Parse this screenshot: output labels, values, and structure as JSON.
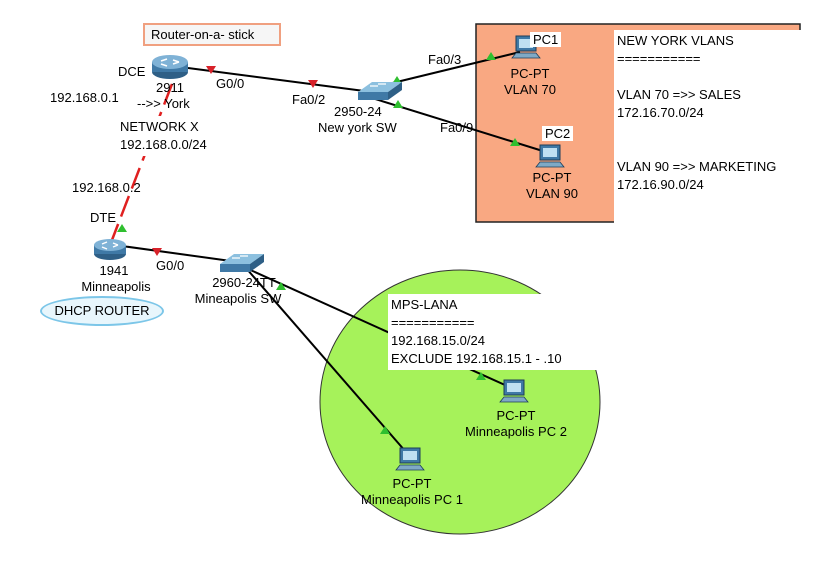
{
  "title_box": "Router-on-a- stick",
  "dce_router": {
    "dce_label": "DCE",
    "model_partial": "2911",
    "ip_label": "192.168.0.1",
    "arrow_label": "-->> York",
    "g0_label": "G0/0"
  },
  "network_x": {
    "name": "NETWORK X",
    "subnet": "192.168.0.0/24",
    "dte_ip": "192.168.0.2"
  },
  "ny_switch": {
    "model": "2950-24",
    "name": "New york SW",
    "port_up": "Fa0/2",
    "port_pc1": "Fa0/3",
    "port_pc2": "Fa0/9"
  },
  "pc1": {
    "name": "PC1",
    "type": "PC-PT",
    "vlan": "VLAN 70"
  },
  "pc2": {
    "name": "PC2",
    "type": "PC-PT",
    "vlan": "VLAN 90"
  },
  "ny_note": {
    "lines": [
      "NEW YORK VLANS",
      "===========",
      "",
      "VLAN 70 =>> SALES",
      "172.16.70.0/24",
      "",
      "",
      "VLAN 90 =>> MARKETING",
      "172.16.90.0/24"
    ]
  },
  "mpls_router": {
    "dte_label": "DTE",
    "model": "1941",
    "name": "Minneapolis",
    "g0_label": "G0/0",
    "dhcp_label": "DHCP ROUTER"
  },
  "mpls_switch": {
    "model": "2960-24TT",
    "name": "Mineapolis SW"
  },
  "mps_note": {
    "lines": [
      "MPS-LANA",
      "===========",
      "192.168.15.0/24",
      "EXCLUDE 192.168.15.1  -  .10"
    ]
  },
  "mpls_pc1": {
    "type": "PC-PT",
    "name": "Minneapolis PC 1"
  },
  "mpls_pc2": {
    "type": "PC-PT",
    "name": "Minneapolis PC 2"
  },
  "colors": {
    "ny_area": "#f9a882",
    "mps_area": "#a6f25a",
    "link_serial": "#e02020",
    "link_ethernet": "#000000",
    "port_up": "#2fbf2f",
    "port_down": "#d8222a"
  }
}
